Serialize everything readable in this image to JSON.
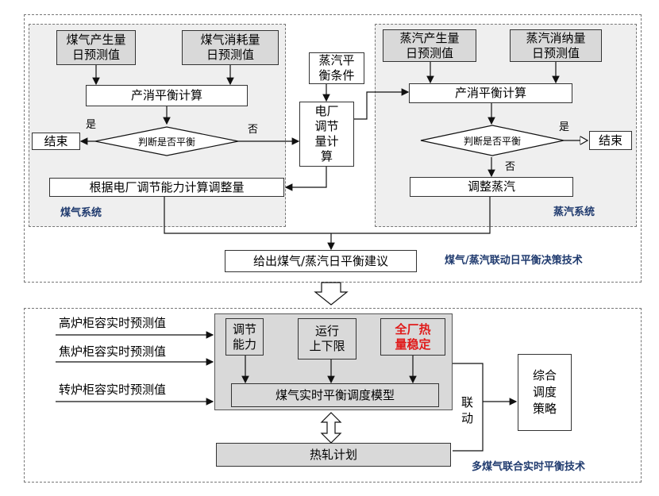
{
  "top": {
    "gas": {
      "produce": [
        "煤气产生量",
        "日预测值"
      ],
      "consume": [
        "煤气消耗量",
        "日预测值"
      ],
      "balance_calc": "产消平衡计算",
      "decision": "判断是否平衡",
      "yes": "是",
      "no": "否",
      "end": "结束",
      "adjust": "根据电厂调节能力计算调整量",
      "section_label": "煤气系统"
    },
    "steam": {
      "produce": [
        "蒸汽产生量",
        "日预测值"
      ],
      "consume": [
        "蒸汽消纳量",
        "日预测值"
      ],
      "balance_calc": "产消平衡计算",
      "decision": "判断是否平衡",
      "yes": "是",
      "no": "否",
      "end": "结束",
      "adjust": "调整蒸汽",
      "section_label": "蒸汽系统"
    },
    "steam_condition": [
      "蒸汽平",
      "衡条件"
    ],
    "plant_calc": [
      "电厂",
      "调节",
      "量计",
      "算"
    ],
    "advice": "给出煤气/蒸汽日平衡建议",
    "tech_label": "煤气/蒸汽联动日平衡决策技术"
  },
  "bottom": {
    "inputs": [
      "高炉柜容实时预测值",
      "焦炉柜容实时预测值",
      "转炉柜容实时预测值"
    ],
    "adjust_ability": [
      "调节",
      "能力"
    ],
    "limits": [
      "运行",
      "上下限"
    ],
    "heat_stable": [
      "全厂热",
      "量稳定"
    ],
    "model": "煤气实时平衡调度模型",
    "linkage": [
      "联",
      "动"
    ],
    "strategy": [
      "综合",
      "调度",
      "策略"
    ],
    "rolling_plan": "热轧计划",
    "tech_label": "多煤气联合实时平衡技术"
  }
}
